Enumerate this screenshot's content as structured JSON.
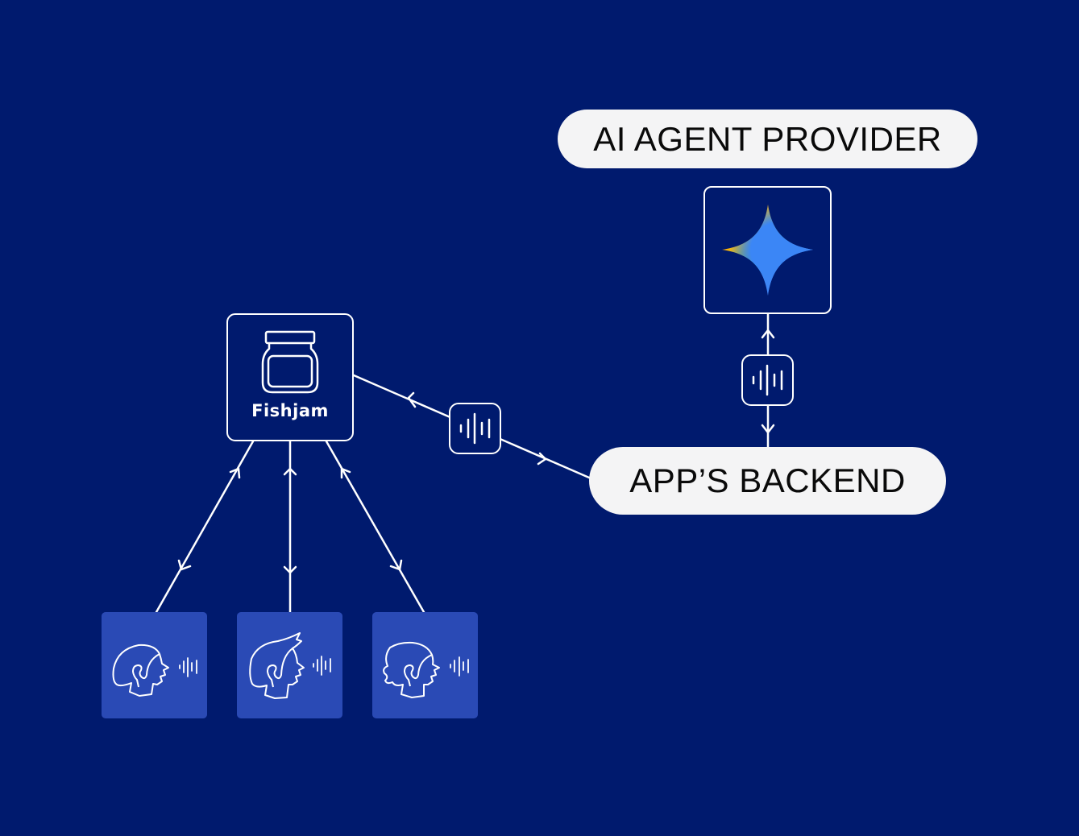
{
  "diagram": {
    "title": "AI agent audio routing via Fishjam",
    "nodes": {
      "ai_agent_provider": {
        "label": "AI AGENT PROVIDER",
        "icon": "gemini-sparkle-icon"
      },
      "apps_backend": {
        "label": "APP’S BACKEND"
      },
      "fishjam": {
        "label": "Fishjam",
        "icon": "jar-icon"
      },
      "participants": [
        {
          "name": "participant-1",
          "icon": "speaking-head-icon",
          "badge": "audio-wave-icon"
        },
        {
          "name": "participant-2",
          "icon": "speaking-head-icon",
          "badge": "audio-wave-icon"
        },
        {
          "name": "participant-3",
          "icon": "speaking-head-icon",
          "badge": "audio-wave-icon"
        }
      ]
    },
    "edges": [
      {
        "from": "apps_backend",
        "to": "ai_agent_provider",
        "bidirectional": true,
        "badge": "audio-wave-icon"
      },
      {
        "from": "fishjam",
        "to": "apps_backend",
        "bidirectional": true,
        "badge": "audio-wave-icon"
      },
      {
        "from": "fishjam",
        "to": "participant-1",
        "bidirectional": true
      },
      {
        "from": "fishjam",
        "to": "participant-2",
        "bidirectional": true
      },
      {
        "from": "fishjam",
        "to": "participant-3",
        "bidirectional": true
      }
    ],
    "colors": {
      "background": "#001A6E",
      "pill": "#F4F4F5",
      "pill_text": "#0A0A0A",
      "line": "#FFFFFF",
      "participant_tile": "#2A4AB5",
      "sparkle_gradient": [
        "#EA4335",
        "#FBBC04",
        "#34A853",
        "#4285F4"
      ]
    }
  }
}
